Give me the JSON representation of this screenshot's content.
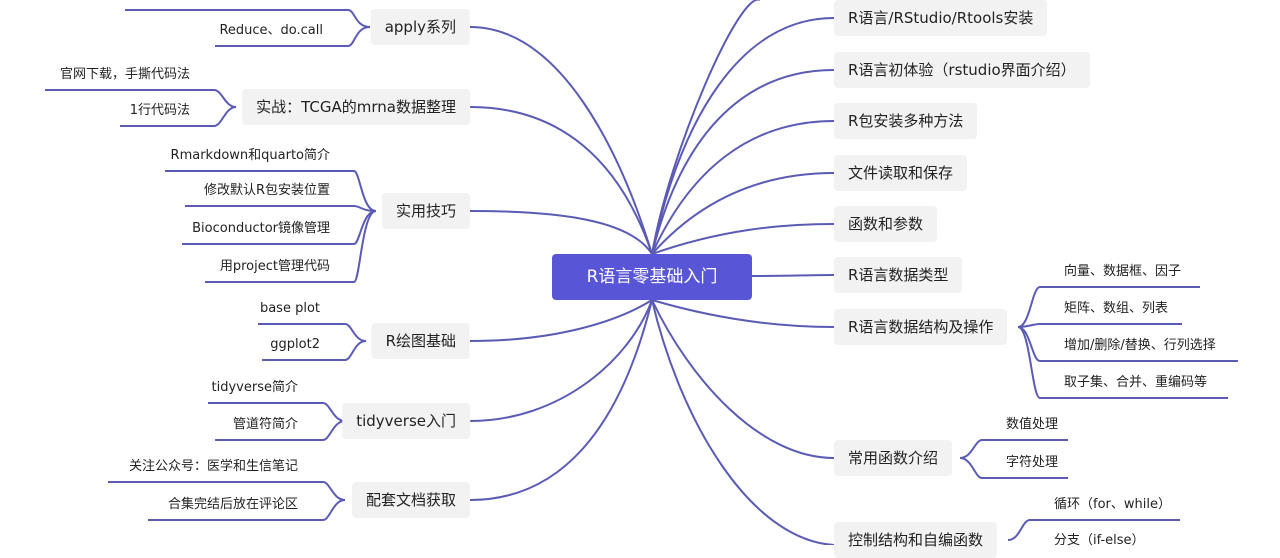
{
  "root": "R语言零基础入门",
  "right_nodes": [
    "R语言/RStudio/Rtools安装",
    "R语言初体验（rstudio界面介绍）",
    "R包安装多种方法",
    "文件读取和保存",
    "函数和参数",
    "R语言数据类型",
    "R语言数据结构及操作",
    "常用函数介绍",
    "控制结构和自编函数"
  ],
  "left_nodes": [
    "apply系列",
    "实战：TCGA的mrna数据整理",
    "实用技巧",
    "R绘图基础",
    "tidyverse入门",
    "配套文档获取"
  ],
  "leaves": {
    "apply": [
      "Reduce、do.call"
    ],
    "tcga": [
      "官网下载，手撕代码法",
      "1行代码法"
    ],
    "tips": [
      "Rmarkdown和quarto简介",
      "修改默认R包安装位置",
      "Bioconductor镜像管理",
      "用project管理代码"
    ],
    "plot": [
      "base plot",
      "ggplot2"
    ],
    "tidy": [
      "tidyverse简介",
      "管道符简介"
    ],
    "docs": [
      "关注公众号：医学和生信笔记",
      "合集完结后放在评论区"
    ],
    "structure": [
      "向量、数据框、因子",
      "矩阵、数组、列表",
      "增加/删除/替换、行列选择",
      "取子集、合并、重编码等"
    ],
    "functions": [
      "数值处理",
      "字符处理"
    ],
    "control": [
      "循环（for、while）",
      "分支（if-else）"
    ]
  },
  "colors": {
    "root_bg": "#5856d6",
    "edge": "#5b5bb5",
    "node_bg": "#f2f2f2"
  }
}
